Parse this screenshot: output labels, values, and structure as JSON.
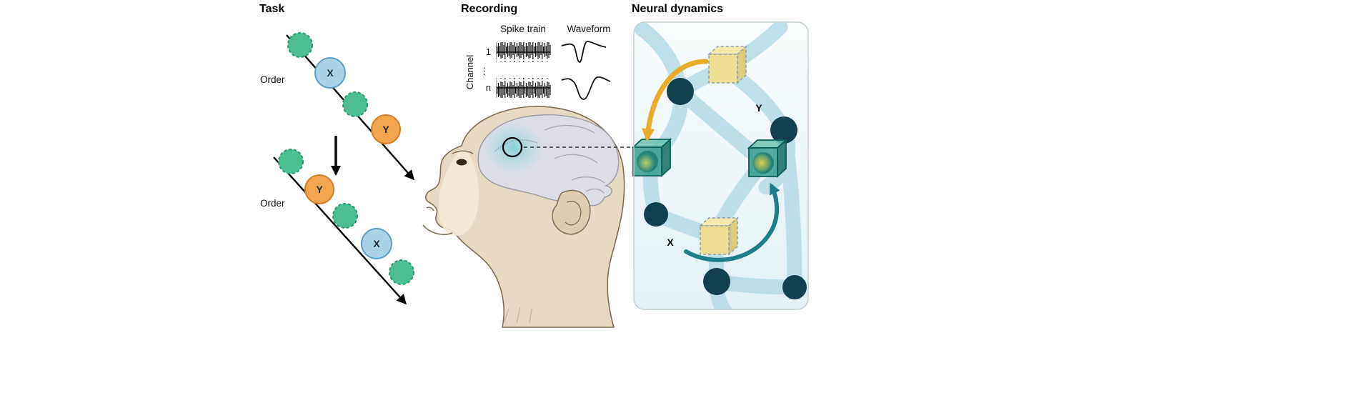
{
  "figure": {
    "task": {
      "title": "Task",
      "seq1": {
        "order": "Order",
        "x": "X",
        "y": "Y"
      },
      "seq2": {
        "order": "Order",
        "y": "Y",
        "x": "X"
      }
    },
    "recording": {
      "title": "Recording",
      "spike_train": "Spike train",
      "waveform": "Waveform",
      "channel": "Channel",
      "ch_first": "1",
      "ch_dots": "⋮",
      "ch_last": "n"
    },
    "neural": {
      "title": "Neural dynamics",
      "label_y": "Y",
      "label_x": "X"
    },
    "colors": {
      "green_dot": "#4dbd92",
      "blue_dot": "#abd3e8",
      "orange_dot": "#f2a44f",
      "node_teal": "#12404f",
      "ribbon_blue": "#b7dbe6",
      "cube_yellow": "#ecdf93",
      "cube_green": "#2a9684",
      "arrow_yellow": "#e9ad2b",
      "arrow_teal": "#1c7f8a",
      "brain_highlight": "#59c8cf"
    }
  }
}
